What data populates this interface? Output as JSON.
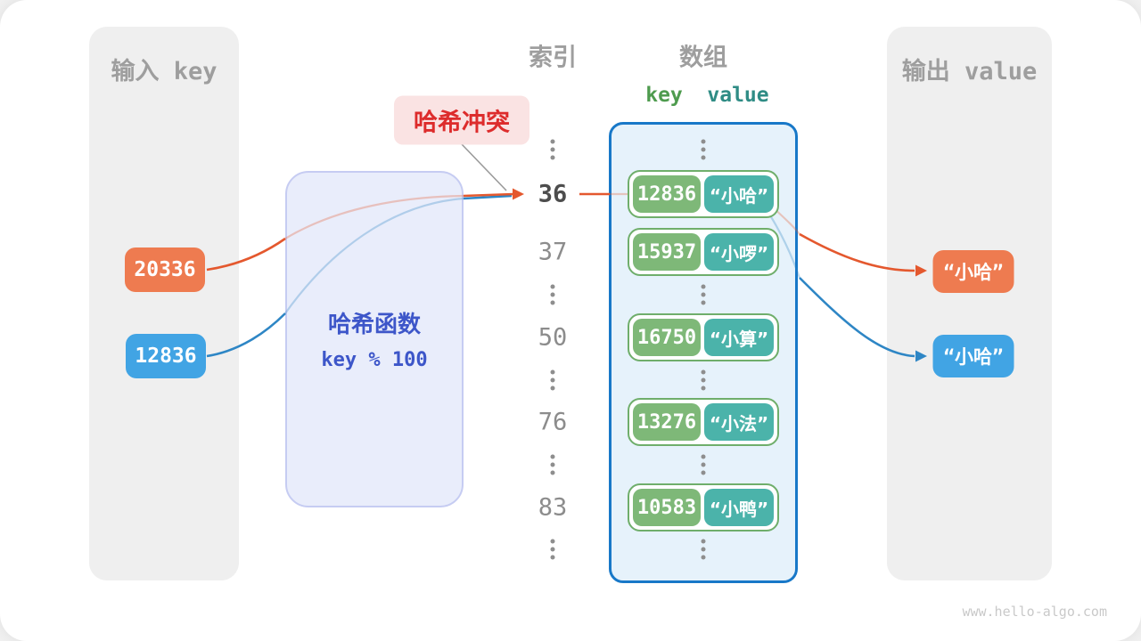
{
  "watermark": "www.hello-algo.com",
  "colors": {
    "orange_chip": "#ee7b50",
    "blue_chip": "#41a4e4",
    "orange_stroke": "#e4582e",
    "blue_stroke": "#2e86c5",
    "green_key": "#7eb878",
    "teal_value": "#4bb3aa"
  },
  "input_panel": {
    "title": "输入 key",
    "keys": [
      {
        "value": "20336",
        "color": "#ee7b50"
      },
      {
        "value": "12836",
        "color": "#41a4e4"
      }
    ]
  },
  "hash_box": {
    "title": "哈希函数",
    "formula": "key % 100"
  },
  "collision_label": "哈希冲突",
  "index_column": {
    "title": "索引",
    "rows": [
      "36",
      "37",
      "50",
      "76",
      "83"
    ]
  },
  "array_panel": {
    "title": "数组",
    "key_header": "key",
    "value_header": "value",
    "pairs": [
      {
        "key": "12836",
        "value": "“小哈”"
      },
      {
        "key": "15937",
        "value": "“小啰”"
      },
      {
        "key": "16750",
        "value": "“小算”"
      },
      {
        "key": "13276",
        "value": "“小法”"
      },
      {
        "key": "10583",
        "value": "“小鸭”"
      }
    ]
  },
  "output_panel": {
    "title": "输出 value",
    "values": [
      {
        "value": "“小哈”",
        "color": "#ee7b50"
      },
      {
        "value": "“小哈”",
        "color": "#41a4e4"
      }
    ]
  }
}
